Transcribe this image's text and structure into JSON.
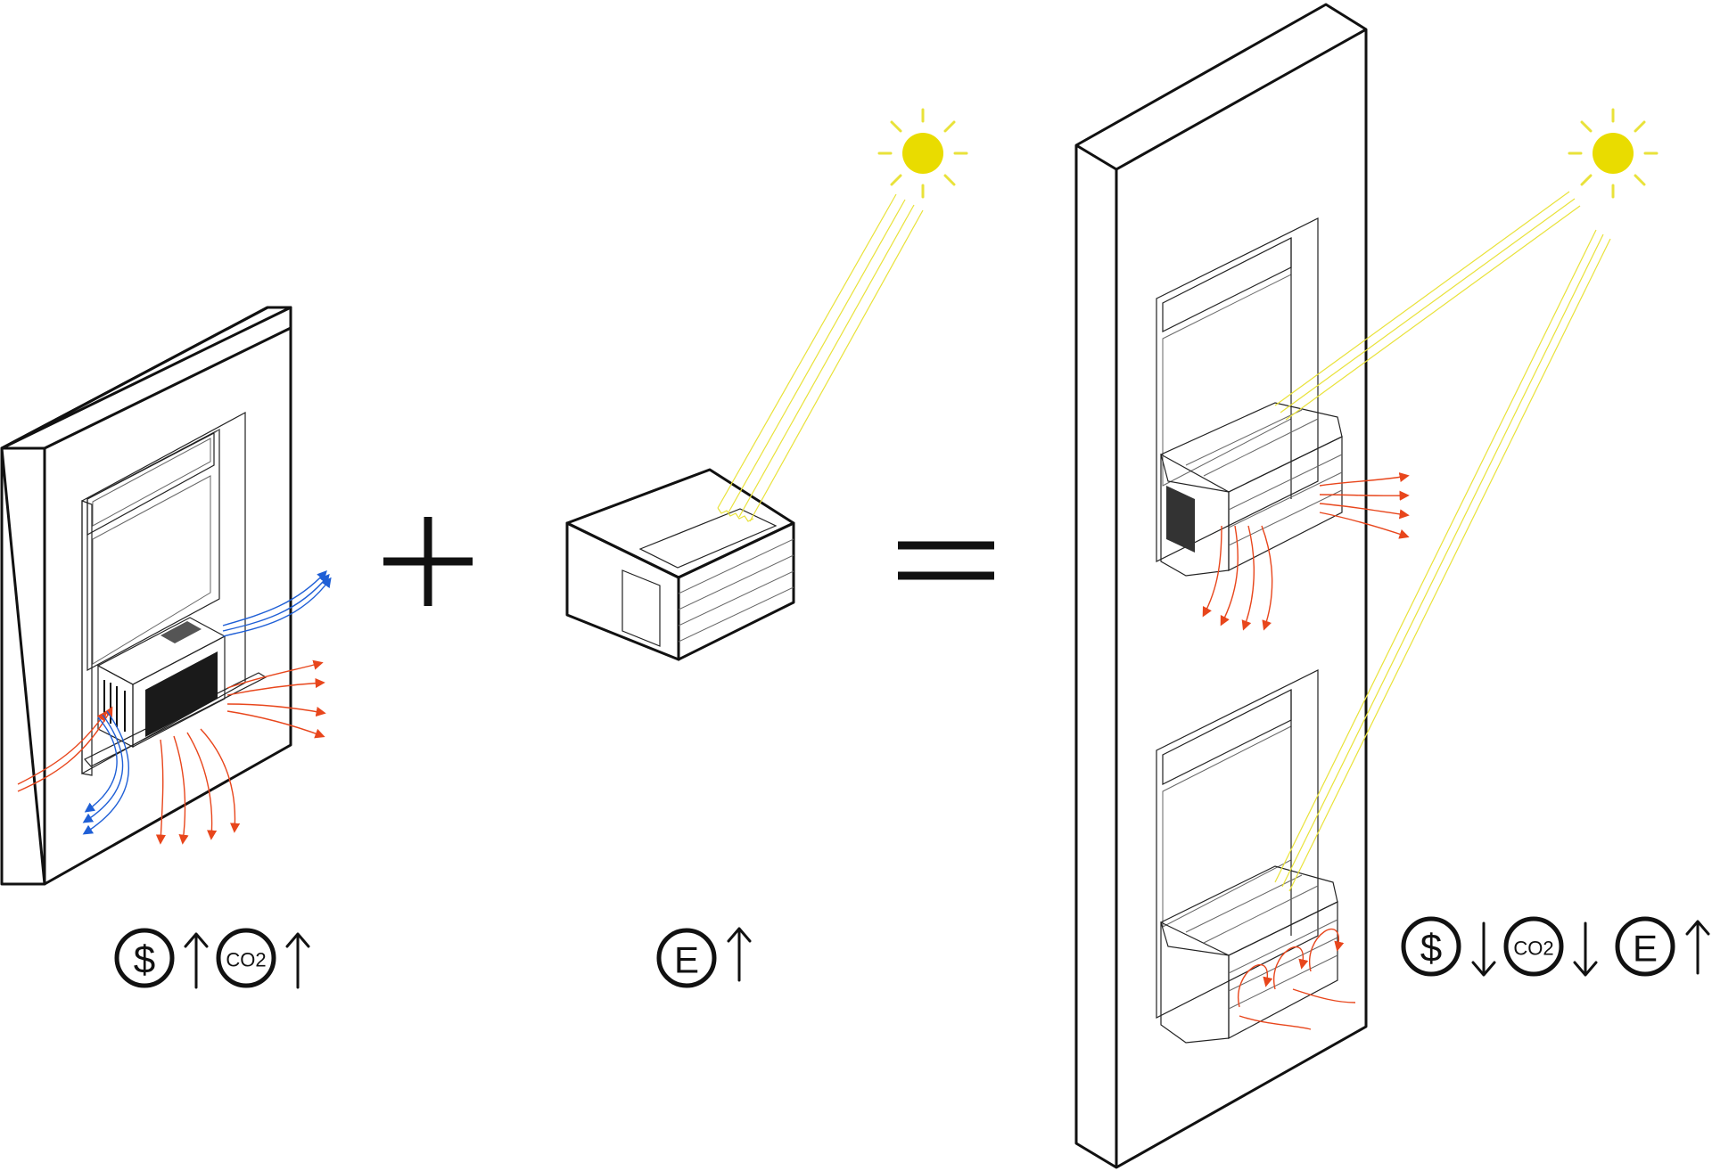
{
  "legend_symbols": {
    "dollar": "$",
    "co2": "CO2",
    "energy": "E"
  },
  "operators": {
    "plus": "+",
    "equals": "="
  },
  "panel_left": {
    "cost": {
      "symbol": "$",
      "trend": "up"
    },
    "emissions": {
      "symbol": "CO2",
      "trend": "up"
    }
  },
  "panel_middle": {
    "energy": {
      "symbol": "E",
      "trend": "up"
    }
  },
  "panel_right": {
    "cost": {
      "symbol": "$",
      "trend": "down"
    },
    "emissions": {
      "symbol": "CO2",
      "trend": "down"
    },
    "energy": {
      "symbol": "E",
      "trend": "up"
    }
  },
  "colors": {
    "hot_air": "#e8461c",
    "cold_air": "#1f5fd6",
    "sun": "#e9dc00",
    "sun_rays": "#e9e23a",
    "outline": "#111111"
  },
  "icons": [
    "sun-icon",
    "air-conditioner-icon",
    "solar-box-icon",
    "wall-icon",
    "window-icon"
  ]
}
